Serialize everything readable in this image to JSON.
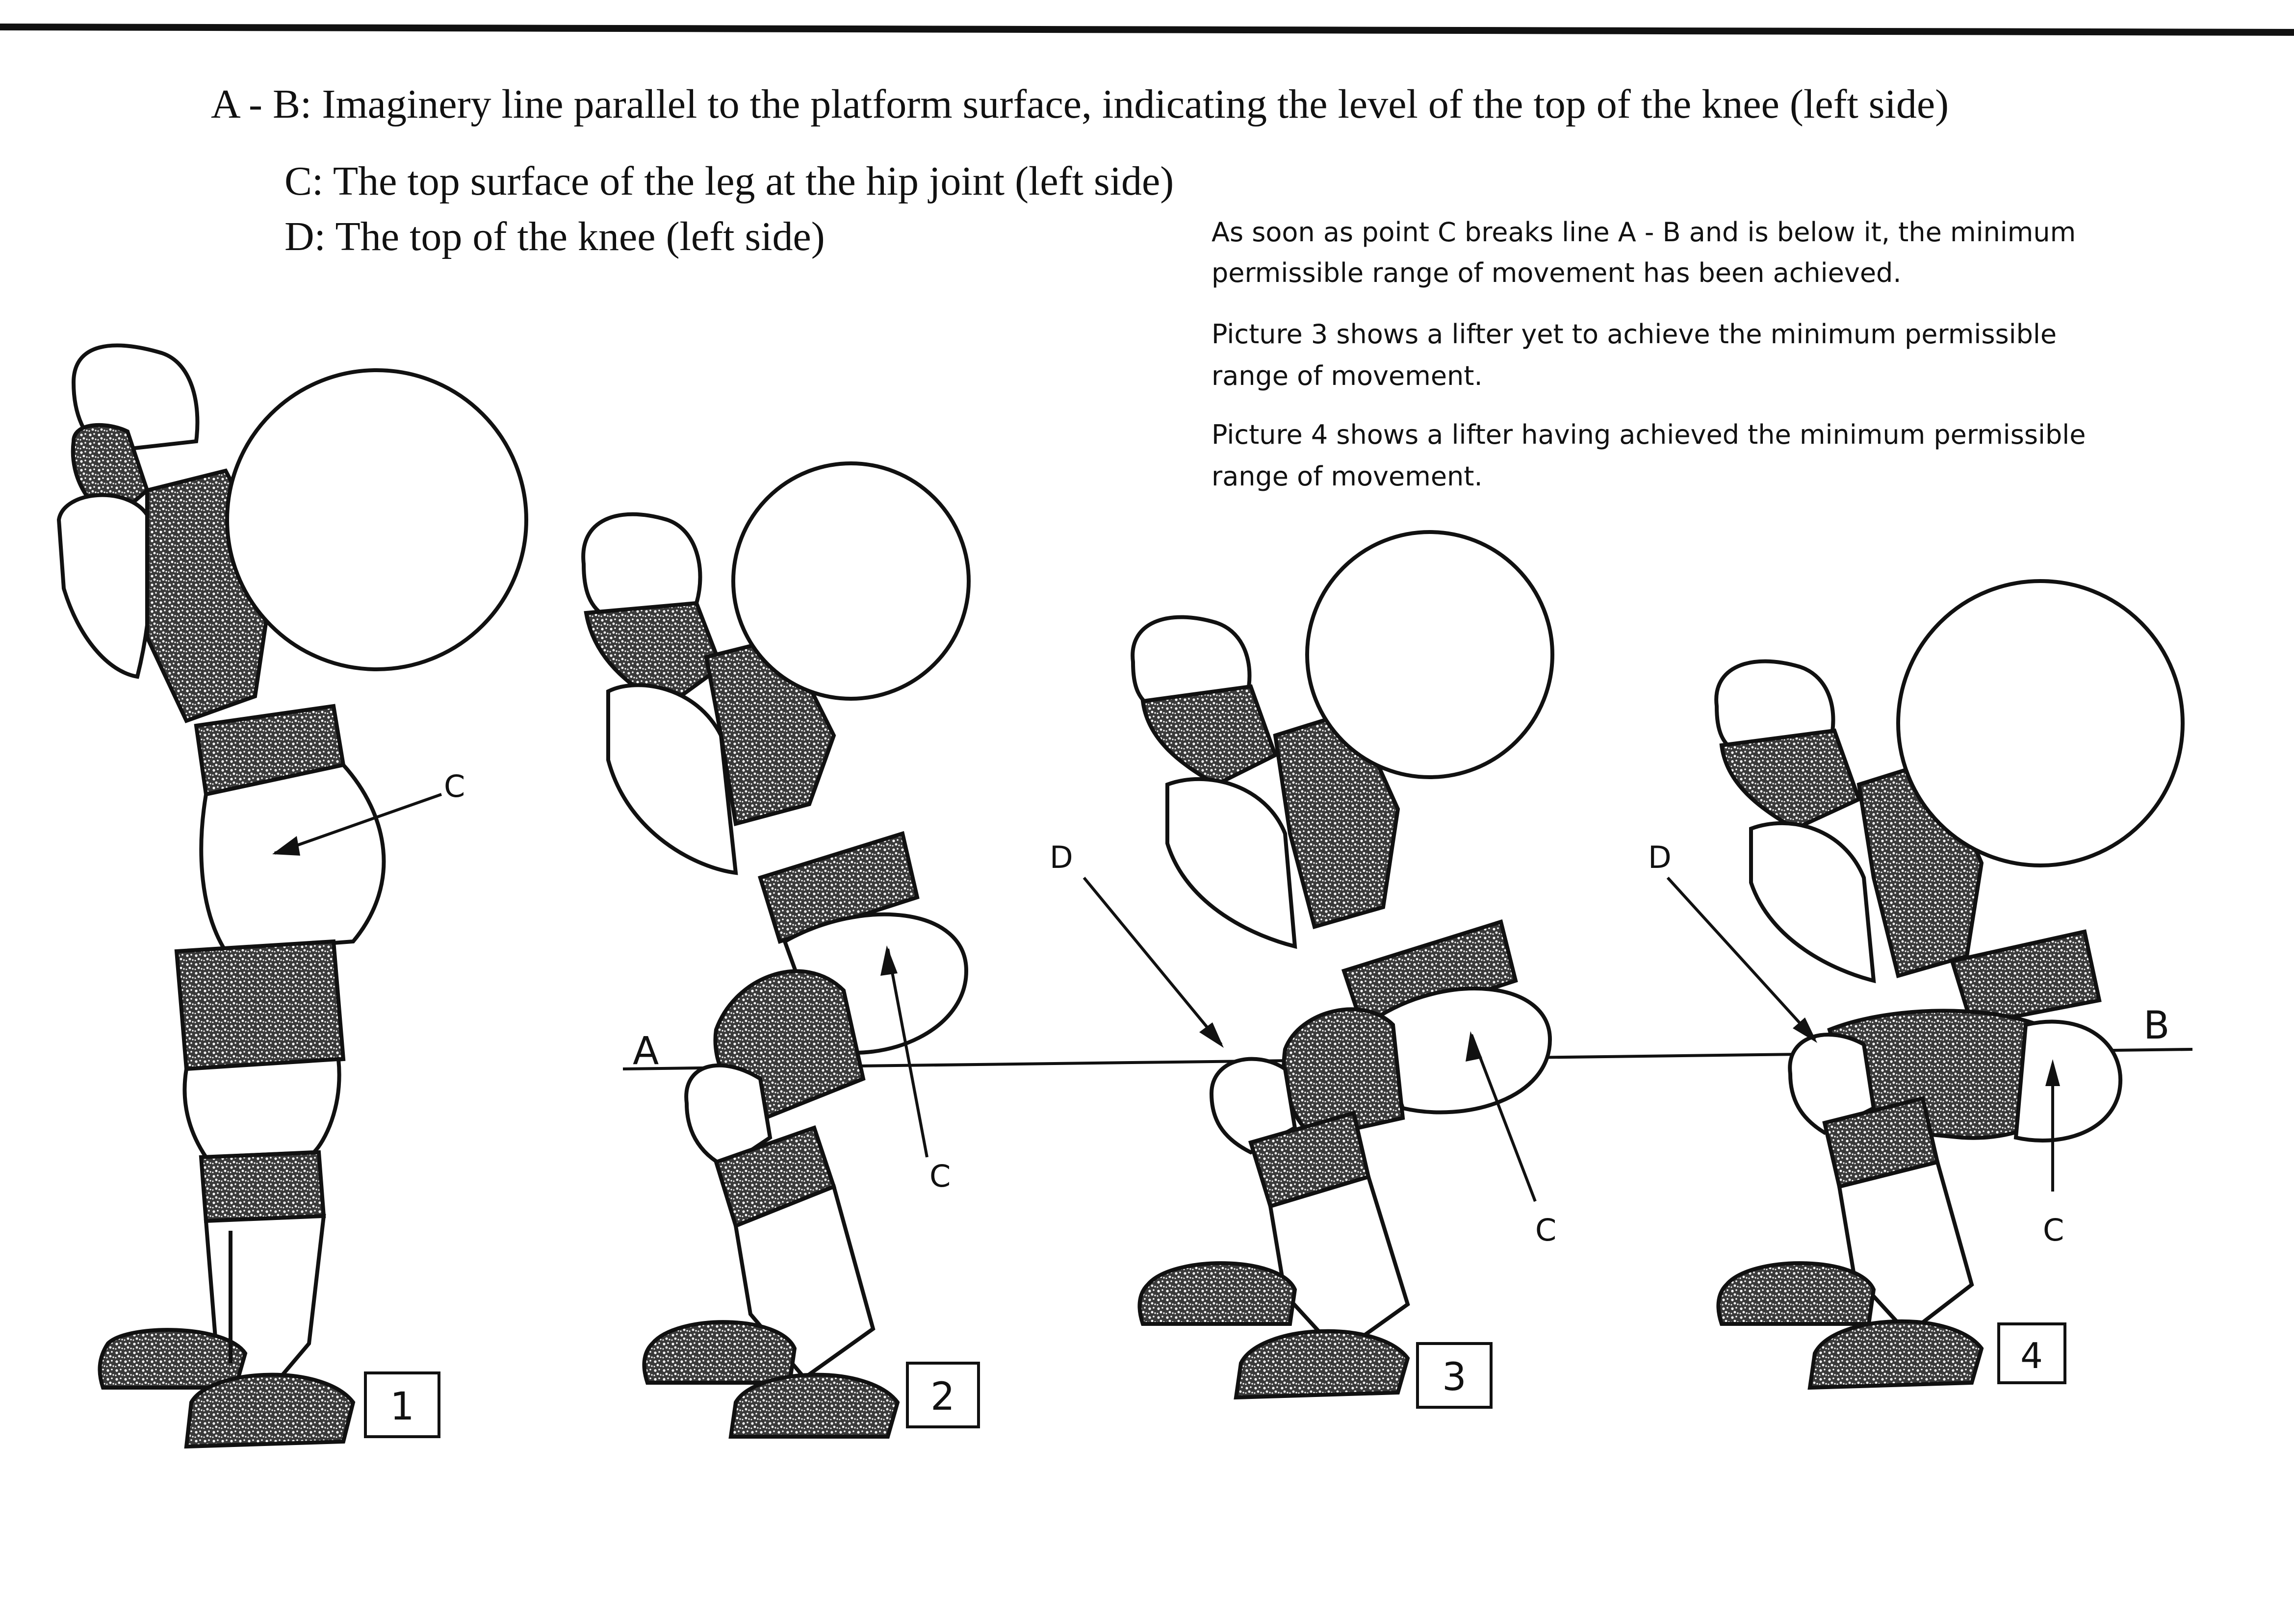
{
  "legend": {
    "ab": "A - B:  Imaginery line parallel to the platform surface, indicating the level of the top of the knee (left side)",
    "c": "C:  The top surface of the leg at the hip joint (left side)",
    "d": "D:  The top of the knee (left side)"
  },
  "notes": [
    "As soon as point C breaks line A - B and is below it, the minimum",
    "permissible range of movement has been achieved.",
    "Picture 3 shows a lifter yet to achieve the minimum permissible",
    "range of movement.",
    "Picture 4 shows a lifter having achieved the minimum permissible",
    "range of movement."
  ],
  "labels": {
    "a": "A",
    "b": "B",
    "c": "C",
    "d": "D"
  },
  "figures": [
    {
      "number": "1"
    },
    {
      "number": "2"
    },
    {
      "number": "3"
    },
    {
      "number": "4"
    }
  ],
  "colors": {
    "ink": "#111111",
    "texture": "#3a3a3a",
    "paper": "#ffffff"
  }
}
